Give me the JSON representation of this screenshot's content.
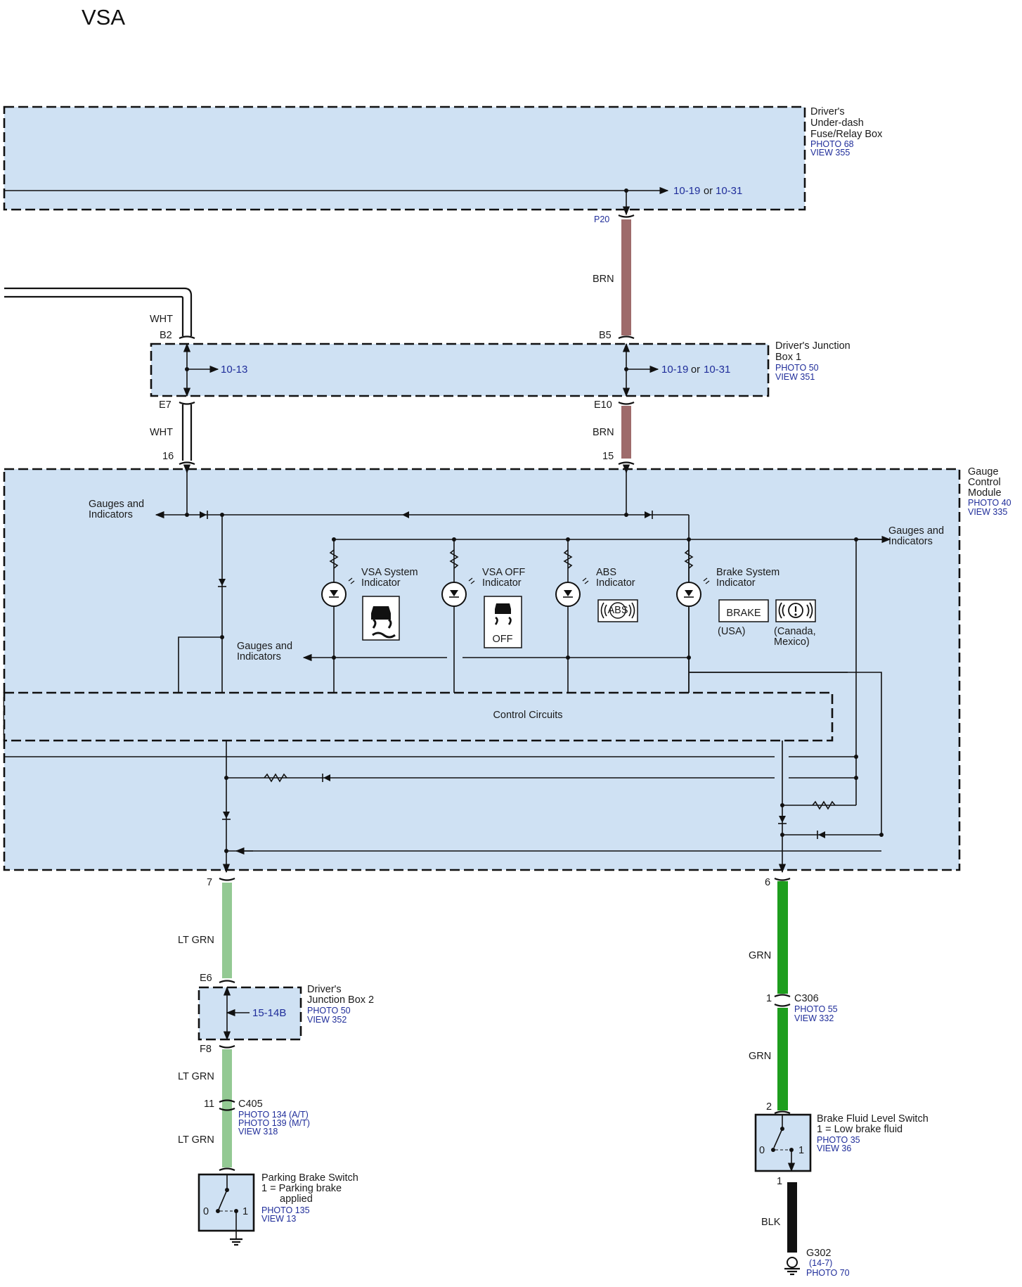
{
  "title": "VSA",
  "modules": {
    "fuse_box": {
      "name": [
        "Driver's",
        "Under-dash",
        "Fuse/Relay Box"
      ],
      "photo": "PHOTO 68",
      "view": "VIEW 355"
    },
    "junction_box_1": {
      "name": [
        "Driver's Junction",
        "Box 1"
      ],
      "photo": "PHOTO 50",
      "view": "VIEW 351"
    },
    "gauge_module": {
      "name": [
        "Gauge",
        "Control",
        "Module"
      ],
      "photo": "PHOTO 40",
      "view": "VIEW 335"
    },
    "junction_box_2": {
      "name": [
        "Driver's",
        "Junction Box 2"
      ],
      "photo": "PHOTO 50",
      "view": "VIEW 352"
    }
  },
  "refs": {
    "fuse_out": {
      "a": "10-19",
      "or": "or",
      "b": "10-31"
    },
    "jb1_left": "10-13",
    "jb1_right": {
      "a": "10-19",
      "or": "or",
      "b": "10-31"
    },
    "jb2": "15-14B"
  },
  "pins": {
    "p20": "P20",
    "b2": "B2",
    "b5": "B5",
    "e7": "E7",
    "e10": "E10",
    "p16": "16",
    "p15": "15",
    "p7": "7",
    "p6": "6",
    "e6": "E6",
    "f8": "F8",
    "c405_pin": "11",
    "c306_pin": "1",
    "bfl_pin_top": "2",
    "bfl_pin_bottom": "1"
  },
  "wires": {
    "brn": "BRN",
    "wht": "WHT",
    "lt_grn": "LT GRN",
    "grn": "GRN",
    "blk": "BLK",
    "colors": {
      "brn": "#9e6b6b",
      "lt_grn": "#93c993",
      "grn": "#1e9e1e",
      "blk": "#111111"
    }
  },
  "gauge_labels": {
    "gauges_left": [
      "Gauges and",
      "Indicators"
    ],
    "gauges_right": [
      "Gauges and",
      "Indicators"
    ],
    "gauges_mid": [
      "Gauges and",
      "Indicators"
    ],
    "control": "Control Circuits"
  },
  "indicators": [
    {
      "name": [
        "VSA System",
        "Indicator"
      ],
      "icon": "vsa-skid-icon"
    },
    {
      "name": [
        "VSA OFF",
        "Indicator"
      ],
      "icon": "vsa-off-icon",
      "icon_text": "OFF"
    },
    {
      "name": [
        "ABS",
        "Indicator"
      ],
      "icon": "abs-icon",
      "icon_text": "ABS"
    },
    {
      "name": [
        "Brake System",
        "Indicator"
      ],
      "icon": "brake-icon",
      "icon_text": "BRAKE",
      "usa": "(USA)",
      "canada": [
        "(Canada,",
        "Mexico)"
      ]
    }
  ],
  "connectors": {
    "c405": {
      "name": "C405",
      "photo_at": "PHOTO 134 (A/T)",
      "photo_mt": "PHOTO 139 (M/T)",
      "view": "VIEW 318"
    },
    "c306": {
      "name": "C306",
      "photo": "PHOTO 55",
      "view": "VIEW 332"
    }
  },
  "switches": {
    "parking": {
      "name": "Parking Brake Switch",
      "desc": [
        "1 = Parking brake",
        "applied"
      ],
      "photo": "PHOTO 135",
      "view": "VIEW 13",
      "pos0": "0",
      "pos1": "1"
    },
    "brake_fluid": {
      "name": "Brake Fluid Level Switch",
      "desc": "1 = Low brake fluid",
      "photo": "PHOTO 35",
      "view": "VIEW 36",
      "pos0": "0",
      "pos1": "1"
    }
  },
  "ground": {
    "name": "G302",
    "ref": "(14-7)",
    "photo": "PHOTO 70"
  }
}
